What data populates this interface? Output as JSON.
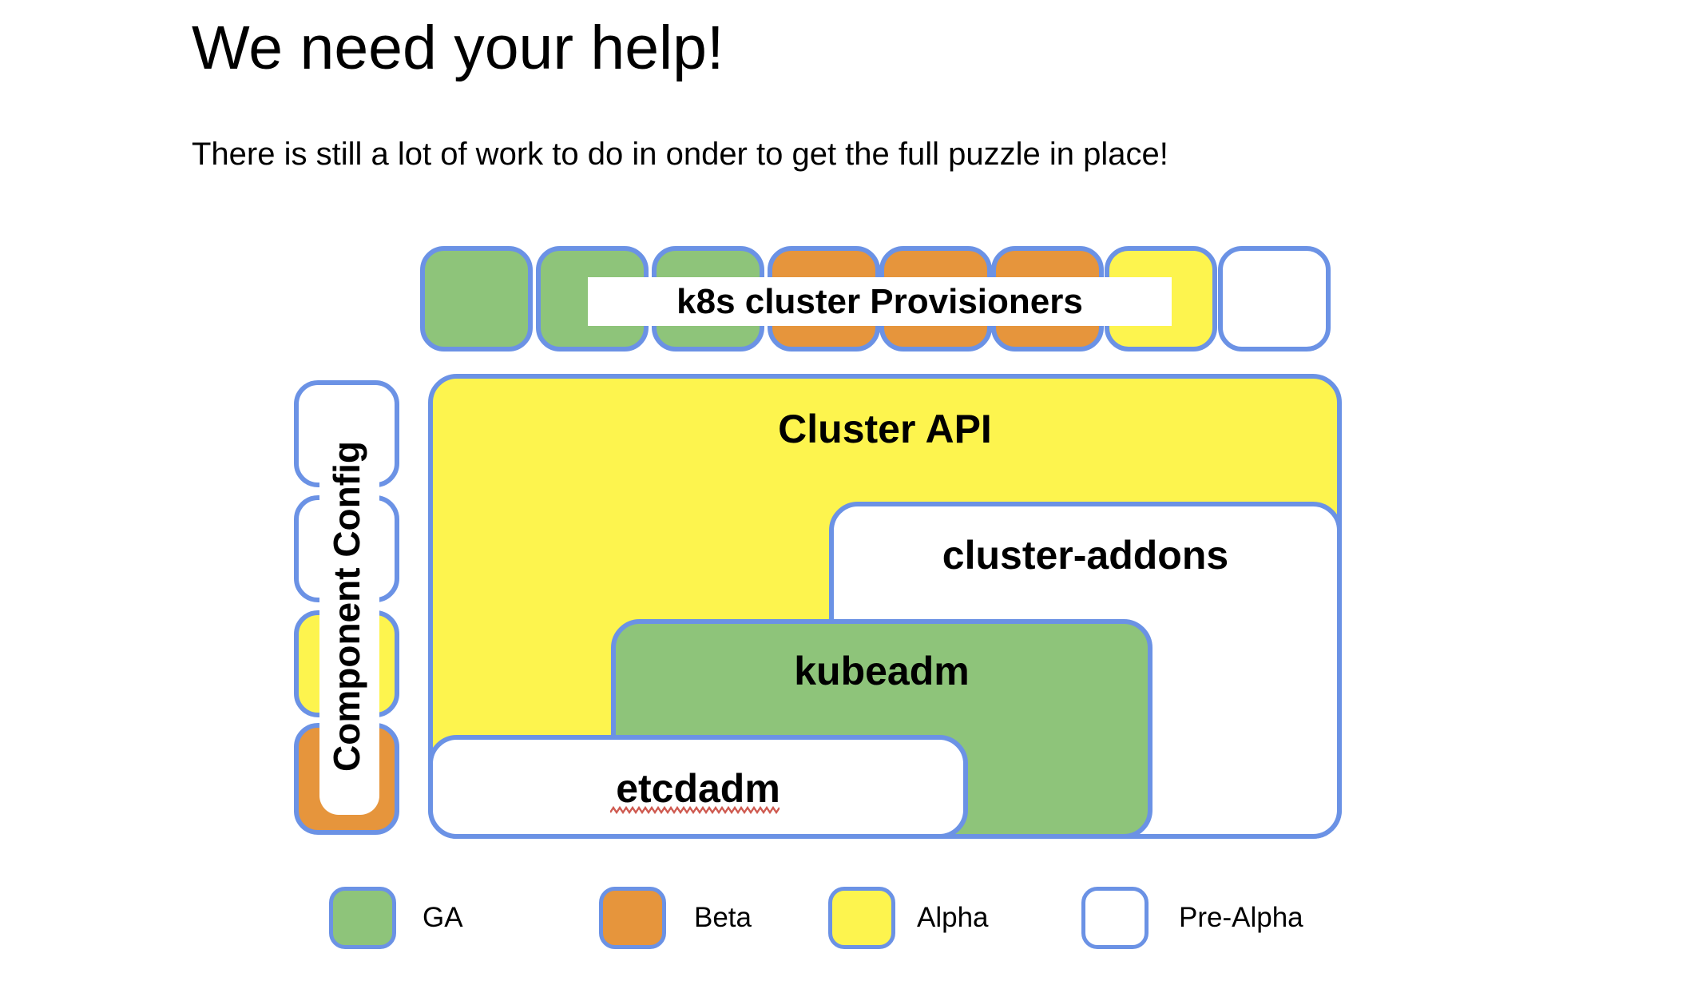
{
  "page": {
    "title": "We need your help!",
    "subtitle": "There is still a lot of work to do in onder to get the full puzzle in place!"
  },
  "colors": {
    "ga": "#8ec47a",
    "beta": "#e6953c",
    "alpha": "#fdf44e",
    "pre_alpha": "#ffffff",
    "border": "#6b92e5",
    "squiggle": "#cf5b51"
  },
  "provisioners_row": {
    "label": "k8s cluster Provisioners",
    "pieces": [
      {
        "status": "ga"
      },
      {
        "status": "ga"
      },
      {
        "status": "ga"
      },
      {
        "status": "beta"
      },
      {
        "status": "beta"
      },
      {
        "status": "beta"
      },
      {
        "status": "alpha"
      },
      {
        "status": "pre-alpha"
      }
    ]
  },
  "component_config": {
    "label": "Component Config",
    "segments": [
      {
        "status": "pre-alpha"
      },
      {
        "status": "pre-alpha"
      },
      {
        "status": "alpha"
      },
      {
        "status": "beta"
      }
    ]
  },
  "boxes": {
    "cluster_api": {
      "label": "Cluster API",
      "status": "alpha"
    },
    "cluster_addons": {
      "label": "cluster-addons",
      "status": "pre-alpha"
    },
    "kubeadm": {
      "label": "kubeadm",
      "status": "ga"
    },
    "etcdadm": {
      "label": "etcdadm",
      "status": "pre-alpha",
      "spellcheck_underline": true
    }
  },
  "legend": {
    "items": [
      {
        "label": "GA",
        "status": "ga"
      },
      {
        "label": "Beta",
        "status": "beta"
      },
      {
        "label": "Alpha",
        "status": "alpha"
      },
      {
        "label": "Pre-Alpha",
        "status": "pre-alpha"
      }
    ]
  }
}
